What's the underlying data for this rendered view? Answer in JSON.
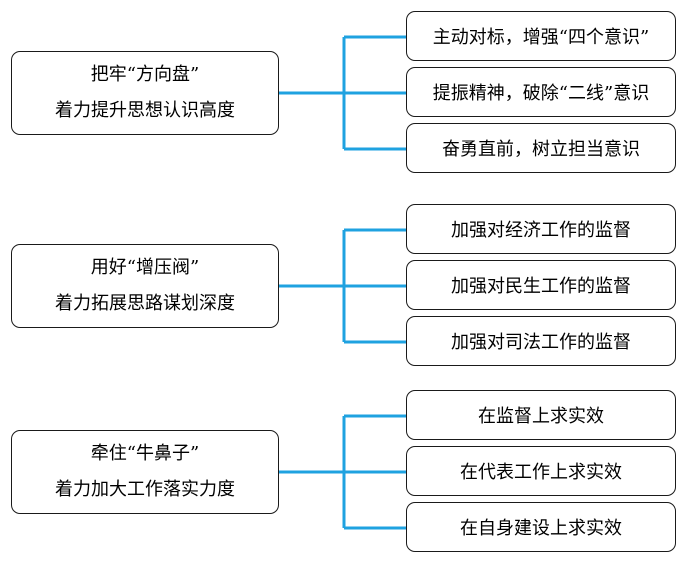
{
  "connector_color": "#1fa2e0",
  "groups": [
    {
      "title": "把牢“方向盘”",
      "subtitle": "着力提升思想认识高度",
      "items": [
        "主动对标，增强“四个意识”",
        "提振精神，破除“二线”意识",
        "奋勇直前，树立担当意识"
      ]
    },
    {
      "title": "用好“增压阀”",
      "subtitle": "着力拓展思路谋划深度",
      "items": [
        "加强对经济工作的监督",
        "加强对民生工作的监督",
        "加强对司法工作的监督"
      ]
    },
    {
      "title": "牵住“牛鼻子”",
      "subtitle": "着力加大工作落实力度",
      "items": [
        "在监督上求实效",
        "在代表工作上求实效",
        "在自身建设上求实效"
      ]
    }
  ]
}
